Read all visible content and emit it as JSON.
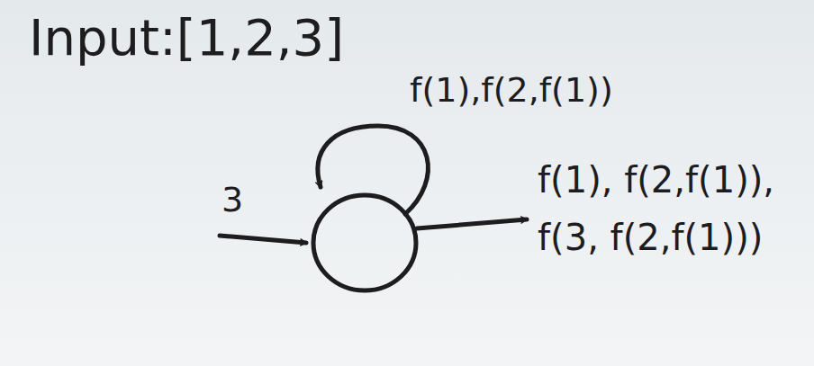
{
  "diagram": {
    "labels": [
      "Input:[1,2,3]",
      "f(1),f(2,f(1))",
      "3",
      "f(1), f(2,f(1)), f(3, f(2,f(1)))"
    ]
  }
}
